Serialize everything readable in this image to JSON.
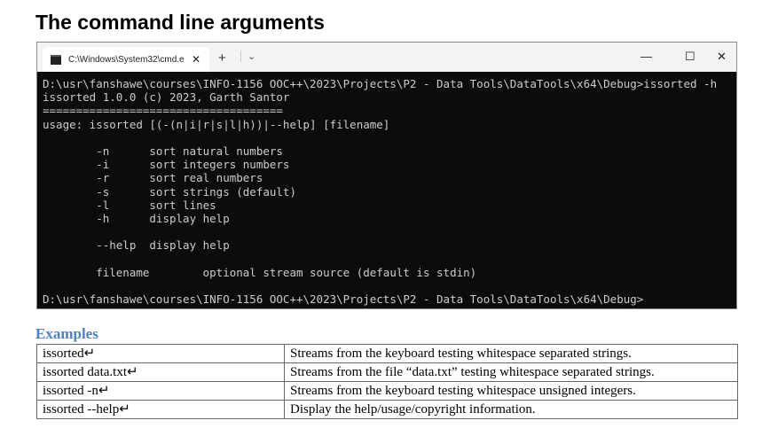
{
  "heading": "The command line arguments",
  "terminal": {
    "tab_title": "C:\\Windows\\System32\\cmd.e",
    "tab_close": "✕",
    "new_tab": "+",
    "dropdown": "⌄",
    "minimize": "—",
    "maximize": "☐",
    "close": "✕",
    "lines": [
      "D:\\usr\\fanshawe\\courses\\INFO-1156 OOC++\\2023\\Projects\\P2 - Data Tools\\DataTools\\x64\\Debug>issorted -h",
      "issorted 1.0.0 (c) 2023, Garth Santor",
      "====================================",
      "usage: issorted [(-(n|i|r|s|l|h))|--help] [filename]",
      "",
      "        -n      sort natural numbers",
      "        -i      sort integers numbers",
      "        -r      sort real numbers",
      "        -s      sort strings (default)",
      "        -l      sort lines",
      "        -h      display help",
      "",
      "        --help  display help",
      "",
      "        filename        optional stream source (default is stdin)",
      "",
      "D:\\usr\\fanshawe\\courses\\INFO-1156 OOC++\\2023\\Projects\\P2 - Data Tools\\DataTools\\x64\\Debug>"
    ]
  },
  "examples": {
    "heading": "Examples",
    "rows": [
      {
        "command": "issorted↵",
        "description": "Streams from the keyboard testing whitespace separated strings."
      },
      {
        "command": "issorted data.txt↵",
        "description": "Streams from the file “data.txt” testing whitespace separated strings."
      },
      {
        "command": "issorted -n↵",
        "description": "Streams from the keyboard testing whitespace unsigned integers."
      },
      {
        "command": "issorted --help↵",
        "description": "Display the help/usage/copyright information."
      }
    ]
  }
}
